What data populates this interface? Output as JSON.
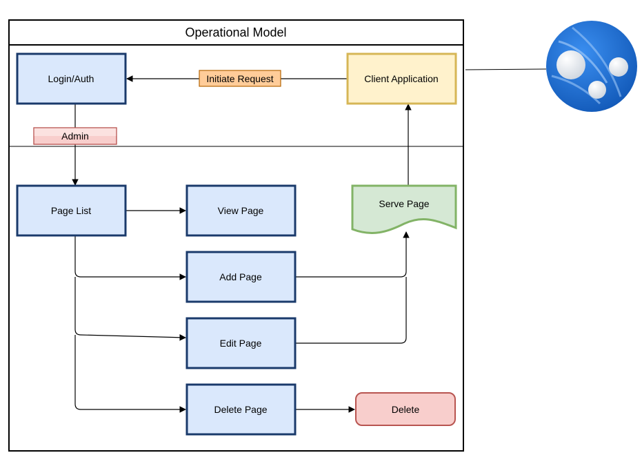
{
  "diagram": {
    "title": "Operational Model",
    "nodes": {
      "login": {
        "label": "Login/Auth"
      },
      "client": {
        "label": "Client Application"
      },
      "page_list": {
        "label": "Page List"
      },
      "view_page": {
        "label": "View Page"
      },
      "add_page": {
        "label": "Add Page"
      },
      "edit_page": {
        "label": "Edit Page"
      },
      "delete_page": {
        "label": "Delete Page"
      },
      "serve_page": {
        "label": "Serve Page"
      },
      "delete": {
        "label": "Delete"
      }
    },
    "edge_labels": {
      "initiate_request": "Initiate Request",
      "admin": "Admin"
    },
    "icon": "azure-web-app-icon"
  },
  "colors": {
    "blue_fill": "#dae8fc",
    "blue_stroke": "#1a3a6b",
    "yellow_fill": "#fff2cc",
    "yellow_stroke": "#d6b656",
    "green_fill": "#d5e8d4",
    "green_stroke": "#82b366",
    "red_fill": "#f8cecc",
    "red_stroke": "#b85450",
    "orange_fill": "#ffcc99",
    "orange_stroke": "#b46504",
    "azure_blue": "#1f6fd1"
  }
}
